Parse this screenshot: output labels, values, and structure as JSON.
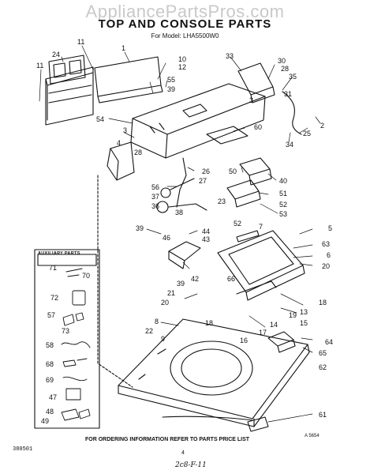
{
  "watermark": "AppliancePartsPros.com",
  "title": "TOP AND CONSOLE PARTS",
  "subtitle": "For Model: LHA5500W0",
  "auxiliary_title": "AUXILIARY PARTS",
  "footer_note": "FOR ORDERING INFORMATION REFER TO PARTS PRICE LIST",
  "corner_code": "380501",
  "page_number": "4",
  "handwritten_note": "2c8-F-11",
  "ref_code": "A 5654",
  "callouts": [
    {
      "id": "c11a",
      "text": "11"
    },
    {
      "id": "c24",
      "text": "24"
    },
    {
      "id": "c11b",
      "text": "11"
    },
    {
      "id": "c1",
      "text": "1"
    },
    {
      "id": "c10",
      "text": "10"
    },
    {
      "id": "c12",
      "text": "12"
    },
    {
      "id": "c33",
      "text": "33"
    },
    {
      "id": "c30",
      "text": "30"
    },
    {
      "id": "c28a",
      "text": "28"
    },
    {
      "id": "c35",
      "text": "35"
    },
    {
      "id": "c55",
      "text": "55"
    },
    {
      "id": "c39a",
      "text": "39"
    },
    {
      "id": "c3a",
      "text": "3"
    },
    {
      "id": "c31",
      "text": "31"
    },
    {
      "id": "c54",
      "text": "54"
    },
    {
      "id": "c3b",
      "text": "3"
    },
    {
      "id": "c60",
      "text": "60"
    },
    {
      "id": "c25",
      "text": "25"
    },
    {
      "id": "c2",
      "text": "2"
    },
    {
      "id": "c4",
      "text": "4"
    },
    {
      "id": "c28b",
      "text": "28"
    },
    {
      "id": "c34",
      "text": "34"
    },
    {
      "id": "c26",
      "text": "26"
    },
    {
      "id": "c27",
      "text": "27"
    },
    {
      "id": "c50",
      "text": "50"
    },
    {
      "id": "c40",
      "text": "40"
    },
    {
      "id": "c56",
      "text": "56"
    },
    {
      "id": "c37",
      "text": "37"
    },
    {
      "id": "c51",
      "text": "51"
    },
    {
      "id": "c23",
      "text": "23"
    },
    {
      "id": "c52a",
      "text": "52"
    },
    {
      "id": "c36",
      "text": "36"
    },
    {
      "id": "c38",
      "text": "38"
    },
    {
      "id": "c53",
      "text": "53"
    },
    {
      "id": "c52b",
      "text": "52"
    },
    {
      "id": "c39b",
      "text": "39"
    },
    {
      "id": "c46",
      "text": "46"
    },
    {
      "id": "c44",
      "text": "44"
    },
    {
      "id": "c43",
      "text": "43"
    },
    {
      "id": "c7",
      "text": "7"
    },
    {
      "id": "c5",
      "text": "5"
    },
    {
      "id": "c63",
      "text": "63"
    },
    {
      "id": "c6",
      "text": "6"
    },
    {
      "id": "c20a",
      "text": "20"
    },
    {
      "id": "c71",
      "text": "71"
    },
    {
      "id": "c70",
      "text": "70"
    },
    {
      "id": "c66",
      "text": "66"
    },
    {
      "id": "c39c",
      "text": "39"
    },
    {
      "id": "c42",
      "text": "42"
    },
    {
      "id": "c72",
      "text": "72"
    },
    {
      "id": "c21",
      "text": "21"
    },
    {
      "id": "c20b",
      "text": "20"
    },
    {
      "id": "c18a",
      "text": "18"
    },
    {
      "id": "c13",
      "text": "13"
    },
    {
      "id": "c57",
      "text": "57"
    },
    {
      "id": "c73",
      "text": "73"
    },
    {
      "id": "c8",
      "text": "8"
    },
    {
      "id": "c18b",
      "text": "18"
    },
    {
      "id": "c14",
      "text": "14"
    },
    {
      "id": "c19",
      "text": "19"
    },
    {
      "id": "c15",
      "text": "15"
    },
    {
      "id": "c22",
      "text": "22"
    },
    {
      "id": "c9",
      "text": "9"
    },
    {
      "id": "c17",
      "text": "17"
    },
    {
      "id": "c58",
      "text": "58"
    },
    {
      "id": "c16",
      "text": "16"
    },
    {
      "id": "c64",
      "text": "64"
    },
    {
      "id": "c65",
      "text": "65"
    },
    {
      "id": "c68",
      "text": "68"
    },
    {
      "id": "c62",
      "text": "62"
    },
    {
      "id": "c69",
      "text": "69"
    },
    {
      "id": "c47",
      "text": "47"
    },
    {
      "id": "c48",
      "text": "48"
    },
    {
      "id": "c49",
      "text": "49"
    },
    {
      "id": "c61",
      "text": "61"
    }
  ]
}
